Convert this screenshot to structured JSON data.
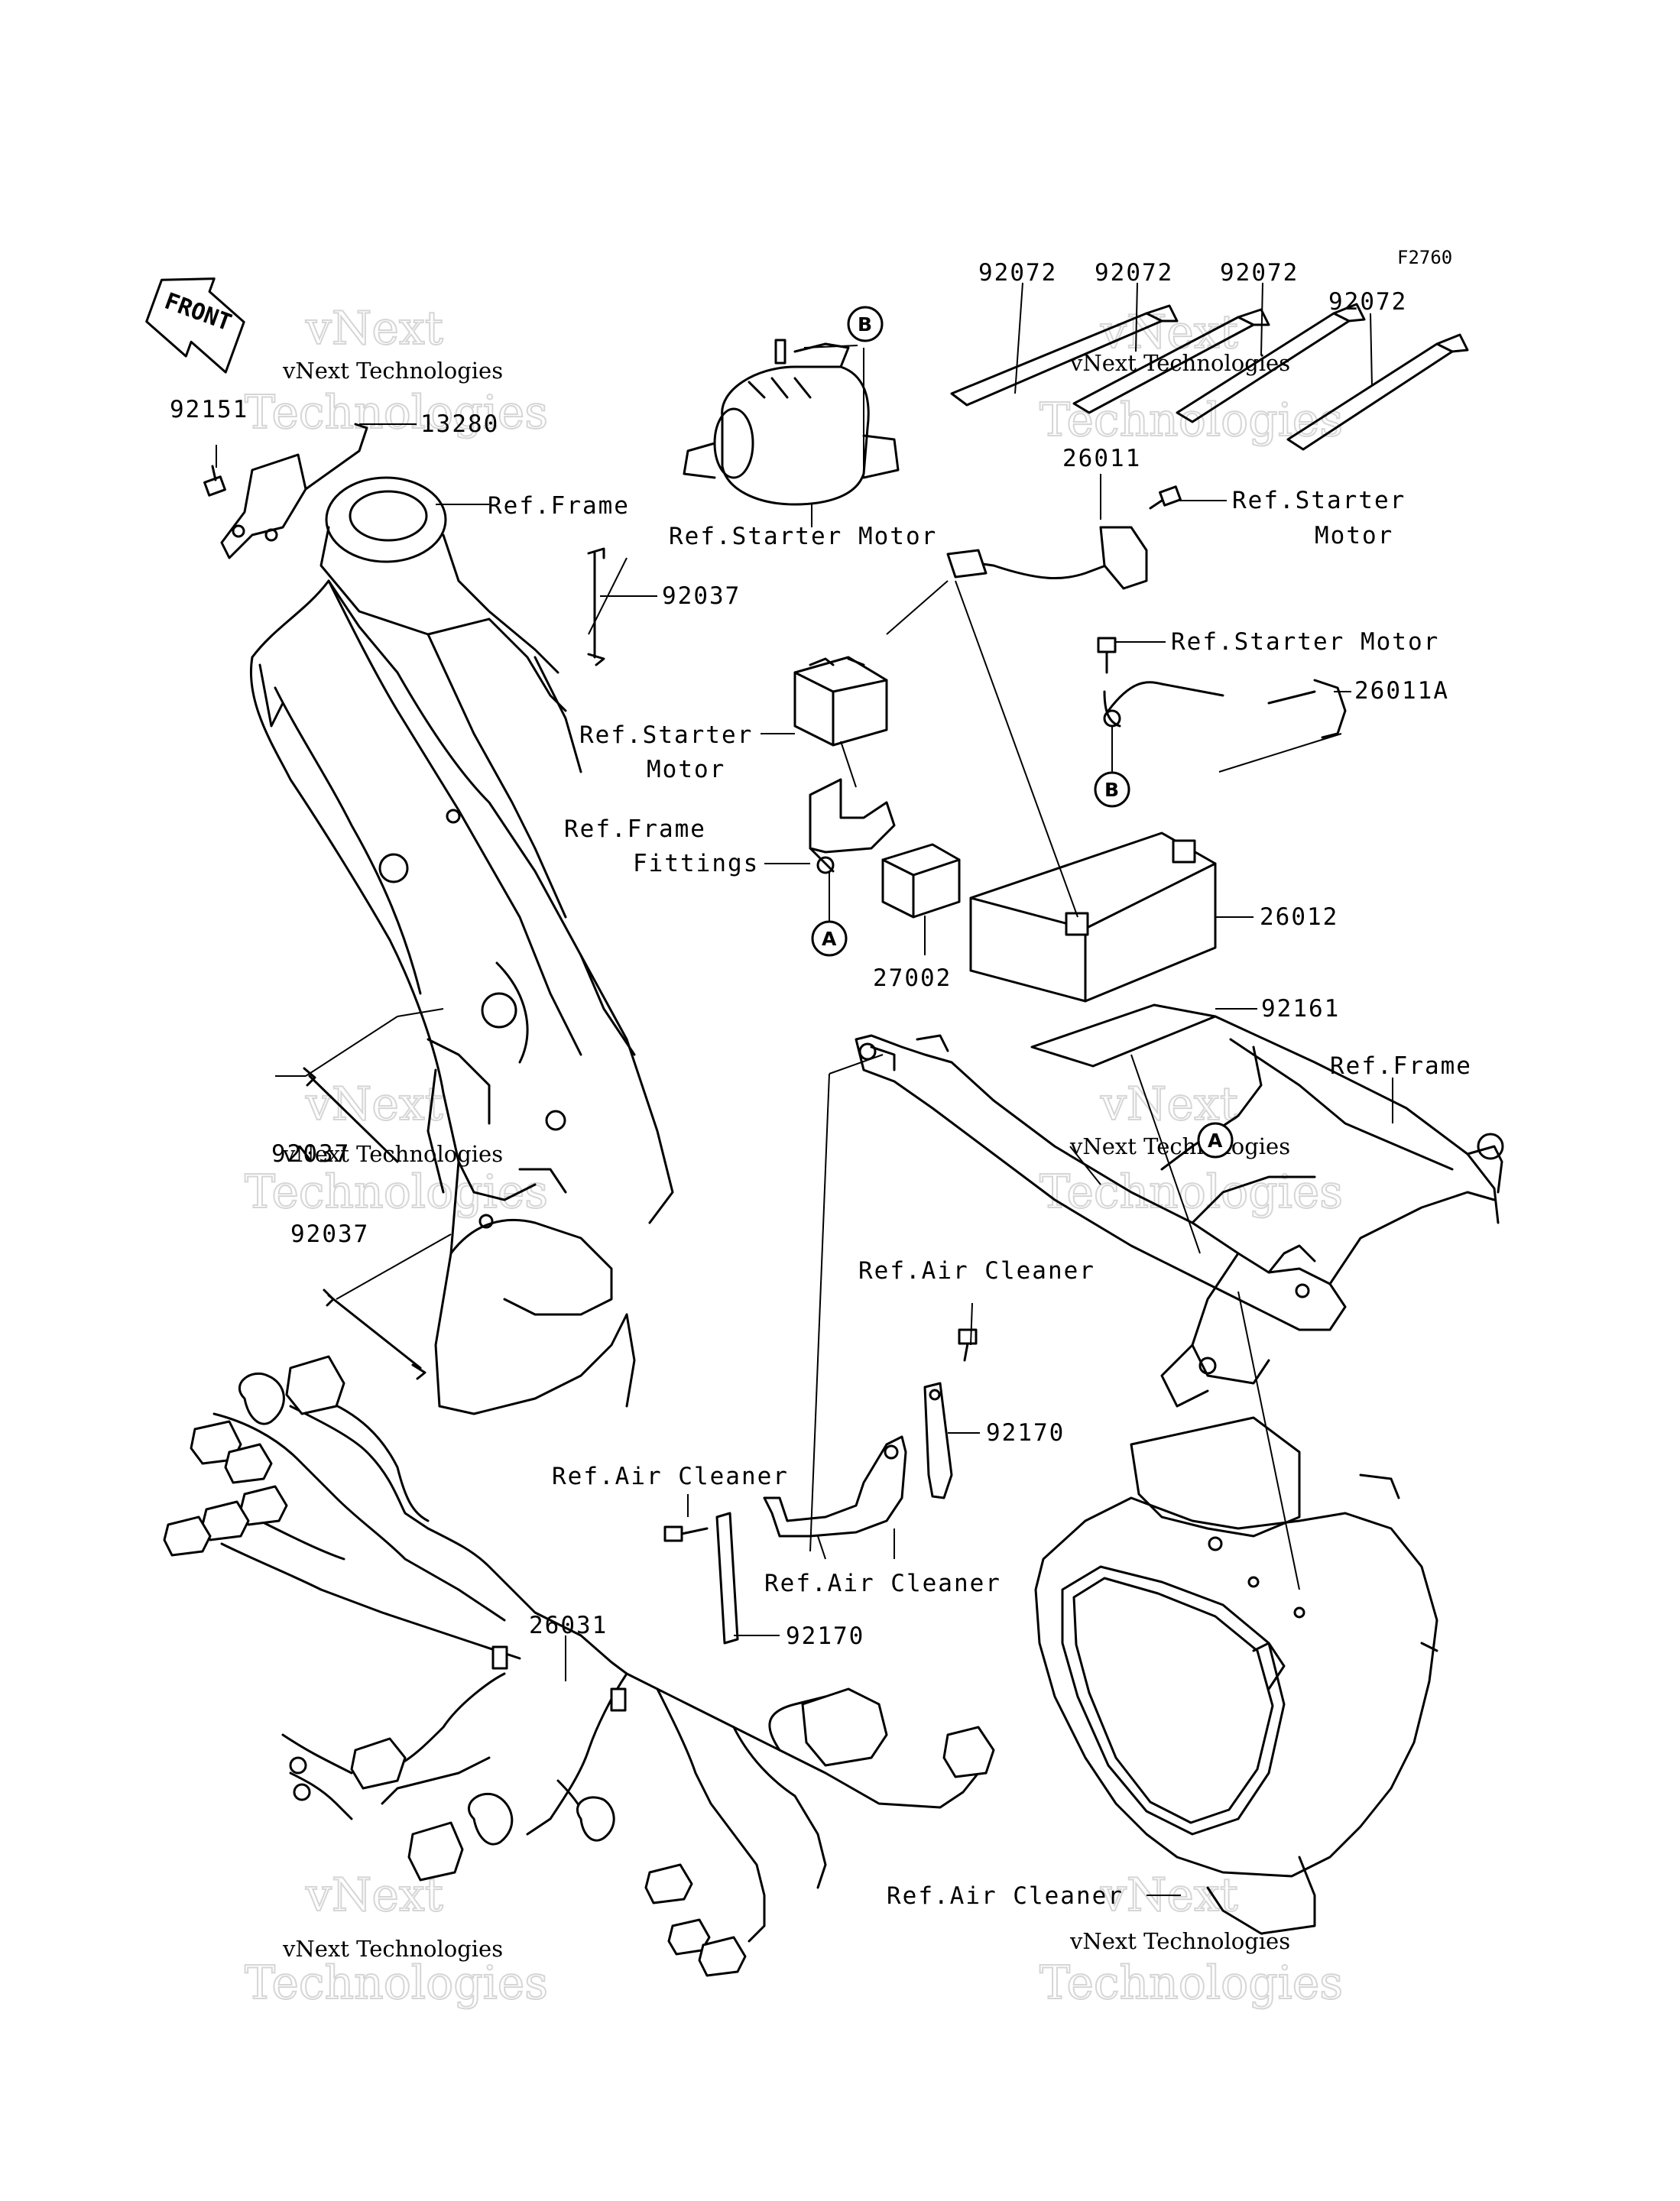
{
  "figure_code": "F2760",
  "front_label": "FRONT",
  "watermark": {
    "line1": "vNext Technologies",
    "line2": "vNext",
    "line3": "Technologies"
  },
  "markers": {
    "a": "A",
    "b": "B"
  },
  "labels": {
    "p92151": "92151",
    "p13280": "13280",
    "ref_frame_1": "Ref.Frame",
    "p92037_top": "92037",
    "p92037_mid": "92037",
    "p92037_low": "92037",
    "ref_starter_motor_1": "Ref.Starter Motor",
    "p92072_1": "92072",
    "p92072_2": "92072",
    "p92072_3": "92072",
    "p92072_4": "92072",
    "p26011": "26011",
    "ref_starter_motor_2a": "Ref.Starter",
    "ref_starter_motor_2b": "Motor",
    "ref_starter_motor_3": "Ref.Starter Motor",
    "p26011A": "26011A",
    "ref_starter_motor_4a": "Ref.Starter",
    "ref_starter_motor_4b": "Motor",
    "ref_frame_fittings_a": "Ref.Frame",
    "ref_frame_fittings_b": "Fittings",
    "p27002": "27002",
    "p26012": "26012",
    "p92161": "92161",
    "ref_frame_2": "Ref.Frame",
    "ref_air_cleaner_1": "Ref.Air Cleaner",
    "p92170_upper": "92170",
    "ref_air_cleaner_2": "Ref.Air Cleaner",
    "ref_air_cleaner_3": "Ref.Air Cleaner",
    "p92170_lower": "92170",
    "p26031": "26031",
    "ref_air_cleaner_4": "Ref.Air Cleaner"
  }
}
